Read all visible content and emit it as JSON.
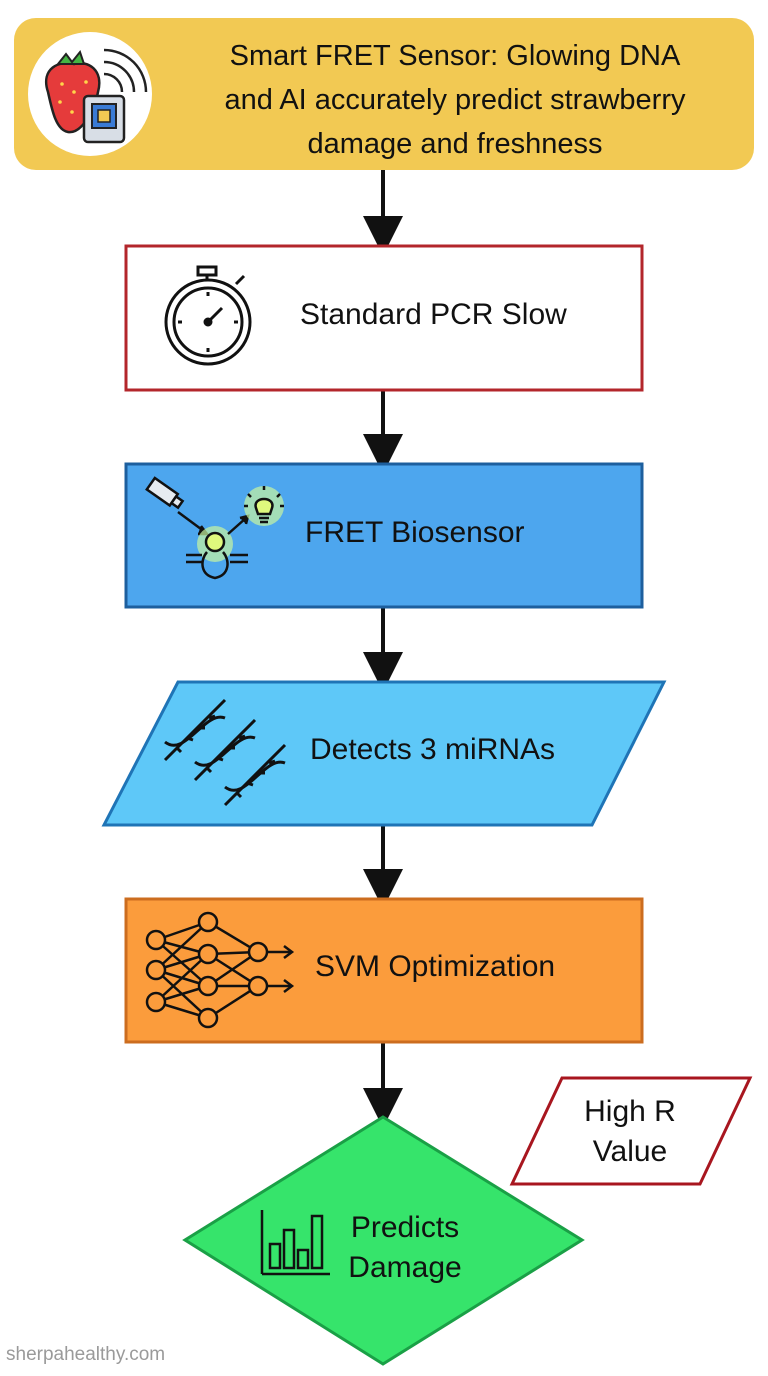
{
  "title": {
    "line1": "Smart FRET Sensor: Glowing DNA",
    "line2": "and AI accurately predict strawberry",
    "line3": "damage and freshness"
  },
  "nodes": {
    "pcr": {
      "label": "Standard PCR Slow",
      "icon": "stopwatch-icon",
      "fill": "#ffffff",
      "stroke": "#b3262b"
    },
    "fret": {
      "label": "FRET Biosensor",
      "icon": "laser-bulb-icon",
      "fill": "#4da6ee",
      "stroke": "#1d5f9e"
    },
    "mirna": {
      "label": "Detects 3 miRNAs",
      "icon": "dna-icon",
      "fill": "#5ec8f8",
      "stroke": "#1f74b6"
    },
    "svm": {
      "label": "SVM Optimization",
      "icon": "neural-network-icon",
      "fill": "#fb9c3c",
      "stroke": "#cc6d1f"
    },
    "damage": {
      "line1": "Predicts",
      "line2": "Damage",
      "icon": "bar-chart-icon",
      "fill": "#36e46b",
      "stroke": "#1aa046"
    },
    "rvalue": {
      "line1": "High R",
      "line2": "Value",
      "fill": "#ffffff",
      "stroke": "#a8161f"
    }
  },
  "header_style": {
    "fill": "#f2c953",
    "icon": "strawberry-sensor-icon"
  },
  "watermark": "sherpahealthy.com"
}
